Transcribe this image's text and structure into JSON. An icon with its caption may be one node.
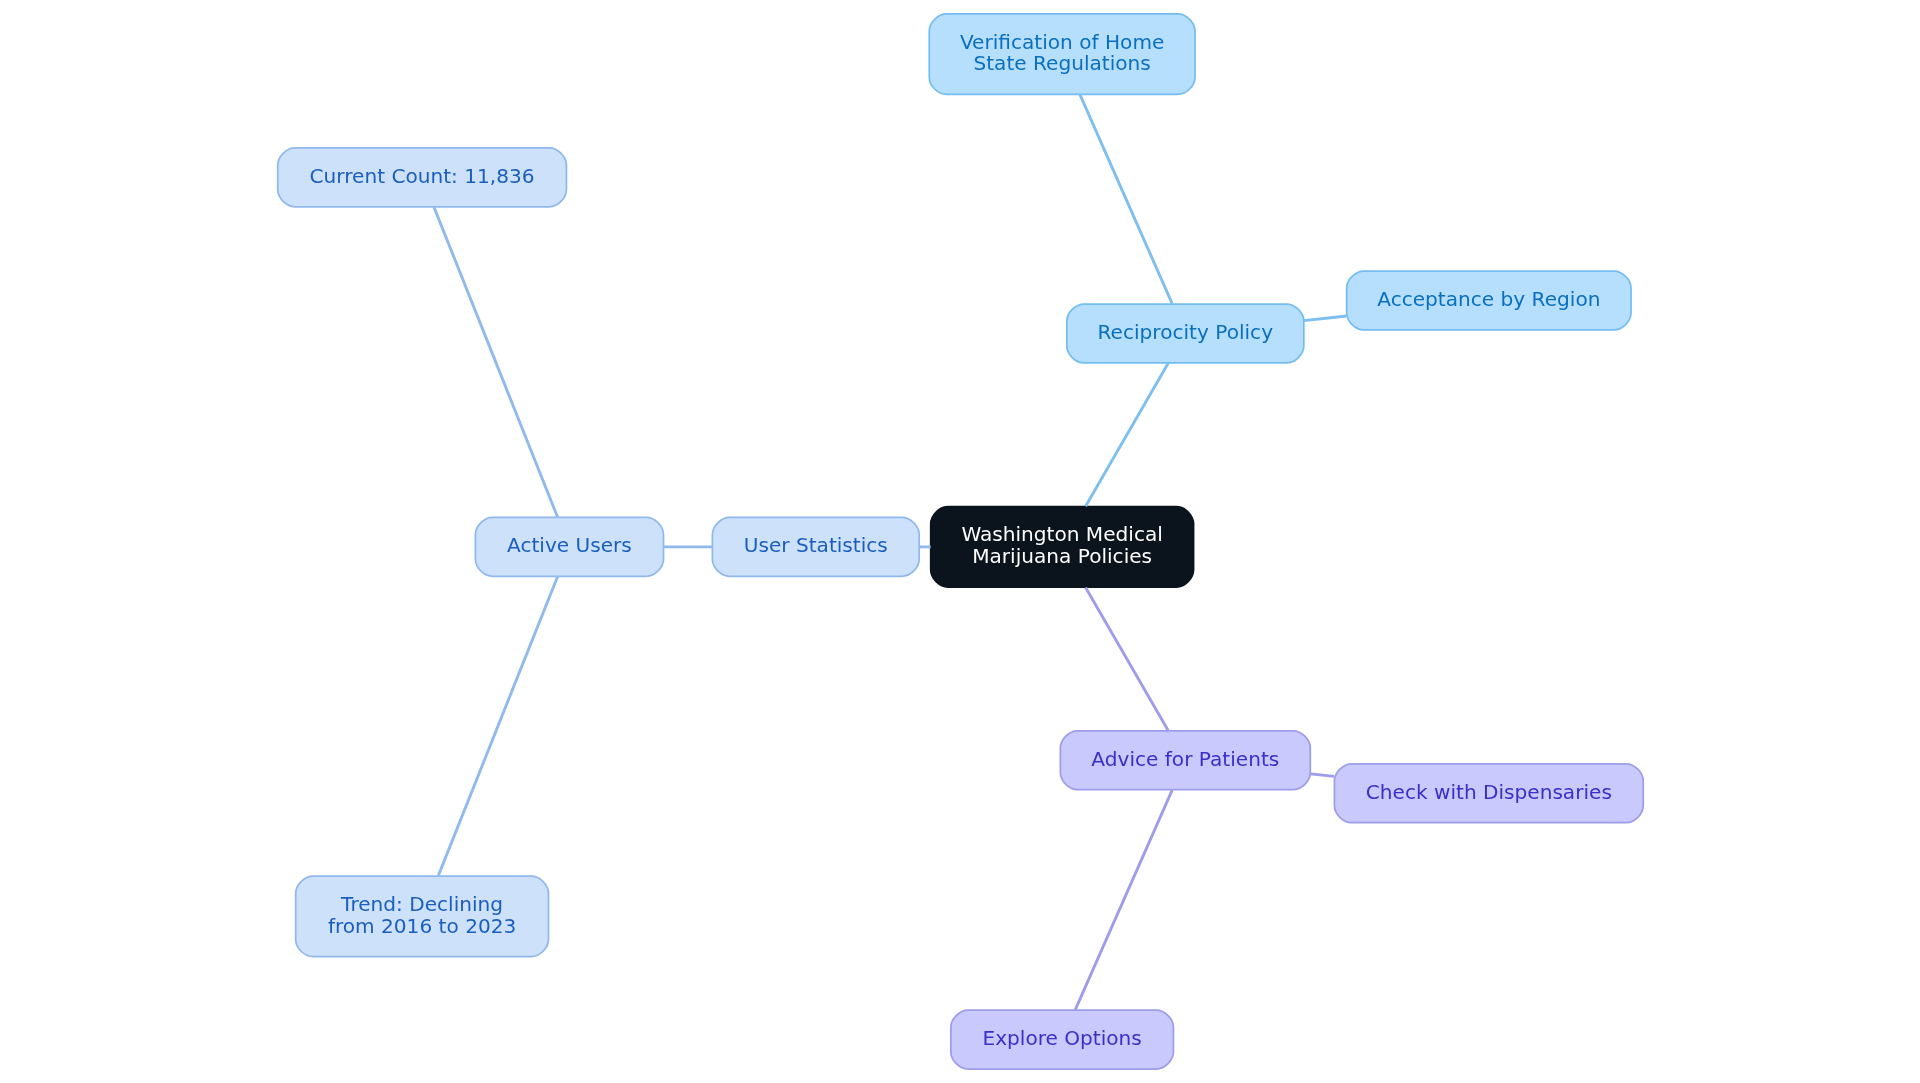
{
  "diagram": {
    "nodes": [
      {
        "text": [
          "Washington Medical Marijuana Policies"
        ]
      },
      {
        "text": [
          "Reciprocity Policy"
        ]
      },
      {
        "text": [
          "Acceptance by Region"
        ]
      },
      {
        "text": [
          "Verification of Home State Regulations"
        ]
      },
      {
        "text": [
          "User Statistics"
        ]
      },
      {
        "text": [
          "Active Users"
        ]
      },
      {
        "text": [
          "Current Count: 11,836"
        ]
      },
      {
        "text": [
          "Trend: Declining from 2016 to 2023"
        ]
      },
      {
        "text": [
          "Advice for Patients"
        ]
      },
      {
        "text": [
          "Explore Options"
        ]
      },
      {
        "text": [
          "Check with Dispensaries"
        ]
      }
    ],
    "edges": [
      {
        "from": 0,
        "to": 1,
        "arrow": "none",
        "color": "#7dbff0"
      },
      {
        "from": 1,
        "to": 2,
        "arrow": "none",
        "color": "#7dbff0"
      },
      {
        "from": 1,
        "to": 3,
        "arrow": "none",
        "color": "#7dbff0"
      },
      {
        "from": 0,
        "to": 4,
        "arrow": "none",
        "color": "#92b9ee"
      },
      {
        "from": 4,
        "to": 5,
        "arrow": "none",
        "color": "#92b9ee"
      },
      {
        "from": 5,
        "to": 6,
        "arrow": "none",
        "color": "#92b9ee"
      },
      {
        "from": 5,
        "to": 7,
        "arrow": "none",
        "color": "#92b9ee"
      },
      {
        "from": 0,
        "to": 8,
        "arrow": "none",
        "color": "#9d9deb"
      },
      {
        "from": 8,
        "to": 9,
        "arrow": "none",
        "color": "#9d9deb"
      },
      {
        "from": 8,
        "to": 10,
        "arrow": "none",
        "color": "#9d9deb"
      }
    ]
  }
}
